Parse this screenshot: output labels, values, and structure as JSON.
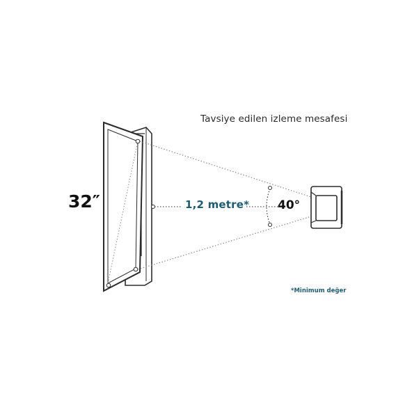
{
  "labels": {
    "title": "Tavsiye edilen izleme mesafesi",
    "screen_size": "32″",
    "distance": "1,2 metre*",
    "angle": "40°",
    "footnote": "*Minimum değer"
  },
  "colors": {
    "accent": "#1f5b6e",
    "line": "#2b2b2b",
    "dots": "#8a8a8a"
  }
}
